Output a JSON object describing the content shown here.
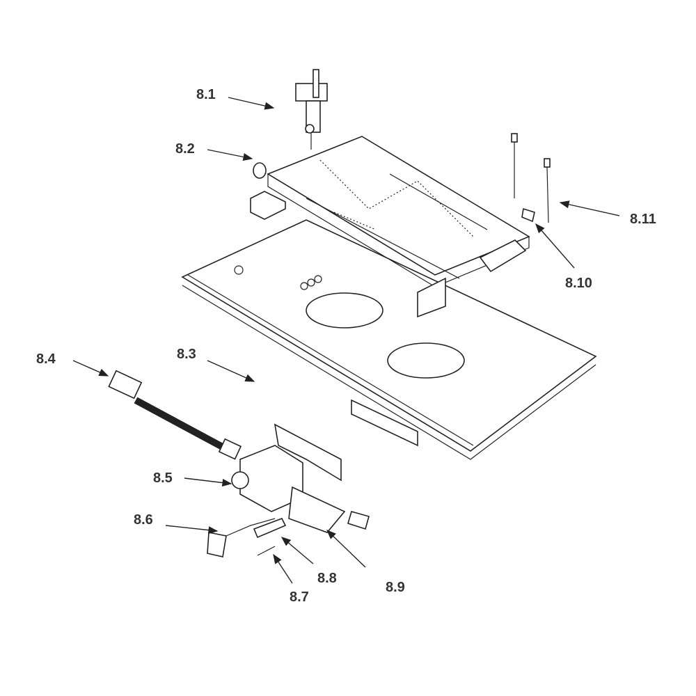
{
  "diagram": {
    "callouts": [
      {
        "id": "8.1"
      },
      {
        "id": "8.2"
      },
      {
        "id": "8.3"
      },
      {
        "id": "8.4"
      },
      {
        "id": "8.5"
      },
      {
        "id": "8.6"
      },
      {
        "id": "8.7"
      },
      {
        "id": "8.8"
      },
      {
        "id": "8.9"
      },
      {
        "id": "8.10"
      },
      {
        "id": "8.11"
      }
    ],
    "line_color": "#222222",
    "label_color": "#333333"
  }
}
